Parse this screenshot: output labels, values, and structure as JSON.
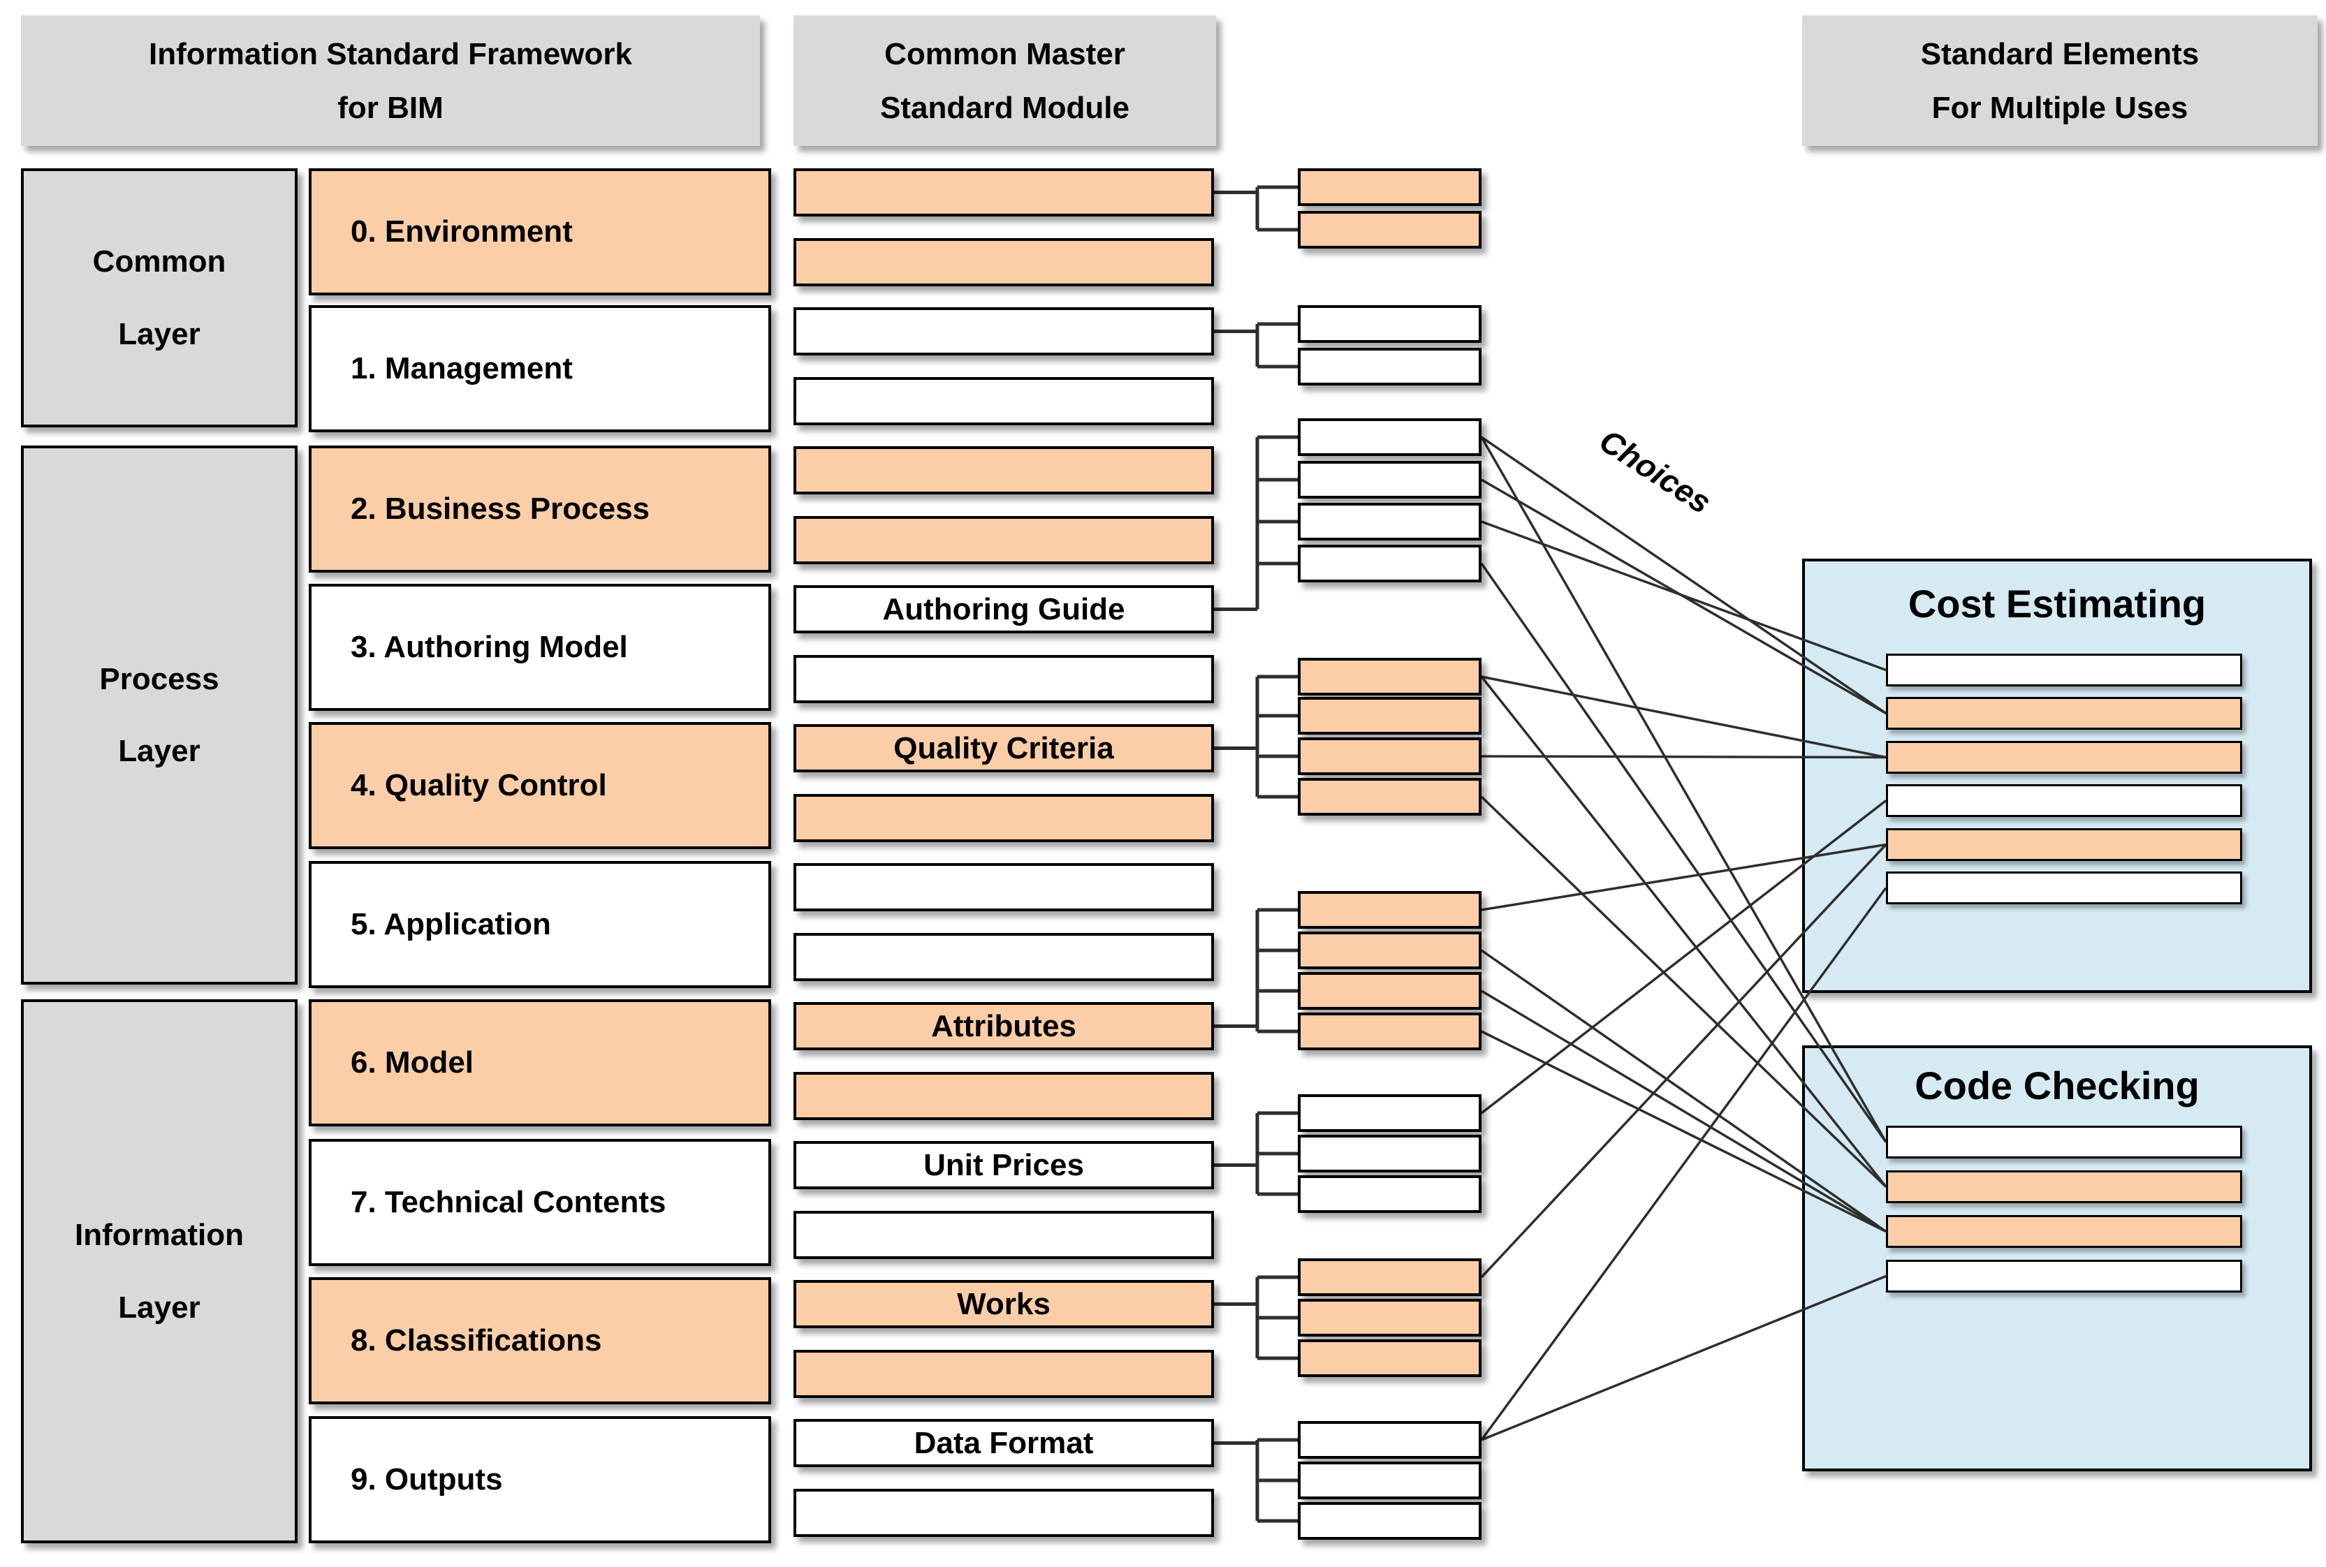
{
  "diagram": {
    "headers": {
      "framework": {
        "line1": "Information Standard Framework",
        "line2": "for BIM"
      },
      "master": {
        "line1": "Common Master",
        "line2": "Standard Module"
      },
      "elements": {
        "line1": "Standard Elements",
        "line2": "For Multiple Uses"
      }
    },
    "layers": [
      {
        "id": "common",
        "line1": "Common",
        "line2": "Layer"
      },
      {
        "id": "process",
        "line1": "Process",
        "line2": "Layer"
      },
      {
        "id": "information",
        "line1": "Information",
        "line2": "Layer"
      }
    ],
    "framework_rows": [
      {
        "label": "0. Environment",
        "fill": "orange",
        "layer": "common"
      },
      {
        "label": "1. Management",
        "fill": "white",
        "layer": "common"
      },
      {
        "label": "2. Business Process",
        "fill": "orange",
        "layer": "process"
      },
      {
        "label": "3. Authoring Model",
        "fill": "white",
        "layer": "process"
      },
      {
        "label": "4. Quality Control",
        "fill": "orange",
        "layer": "process"
      },
      {
        "label": "5. Application",
        "fill": "white",
        "layer": "process"
      },
      {
        "label": "6. Model",
        "fill": "orange",
        "layer": "information"
      },
      {
        "label": "7. Technical Contents",
        "fill": "white",
        "layer": "information"
      },
      {
        "label": "8. Classifications",
        "fill": "orange",
        "layer": "information"
      },
      {
        "label": "9. Outputs",
        "fill": "white",
        "layer": "information"
      }
    ],
    "master_modules": [
      {
        "id": "m1",
        "label": "",
        "fill": "orange"
      },
      {
        "id": "m2",
        "label": "",
        "fill": "orange"
      },
      {
        "id": "m3",
        "label": "",
        "fill": "white"
      },
      {
        "id": "m4",
        "label": "",
        "fill": "white"
      },
      {
        "id": "m5",
        "label": "",
        "fill": "orange"
      },
      {
        "id": "m6",
        "label": "",
        "fill": "orange"
      },
      {
        "id": "m7",
        "label": "Authoring Guide",
        "fill": "white"
      },
      {
        "id": "m8",
        "label": "",
        "fill": "white"
      },
      {
        "id": "m9",
        "label": "Quality Criteria",
        "fill": "orange"
      },
      {
        "id": "m10",
        "label": "",
        "fill": "orange"
      },
      {
        "id": "m11",
        "label": "",
        "fill": "white"
      },
      {
        "id": "m12",
        "label": "",
        "fill": "white"
      },
      {
        "id": "m13",
        "label": "Attributes",
        "fill": "orange"
      },
      {
        "id": "m14",
        "label": "",
        "fill": "orange"
      },
      {
        "id": "m15",
        "label": "Unit Prices",
        "fill": "white"
      },
      {
        "id": "m16",
        "label": "",
        "fill": "white"
      },
      {
        "id": "m17",
        "label": "Works",
        "fill": "orange"
      },
      {
        "id": "m18",
        "label": "",
        "fill": "orange"
      },
      {
        "id": "m19",
        "label": "Data Format",
        "fill": "white"
      },
      {
        "id": "m20",
        "label": "",
        "fill": "white"
      }
    ],
    "element_groups": [
      {
        "id": "g1",
        "source": "m1",
        "fill": "orange",
        "count": 2
      },
      {
        "id": "g2",
        "source": "m3",
        "fill": "white",
        "count": 2
      },
      {
        "id": "g3",
        "source": "m7",
        "fill": "white",
        "count": 4
      },
      {
        "id": "g4",
        "source": "m9",
        "fill": "orange",
        "count": 4
      },
      {
        "id": "g5",
        "source": "m13",
        "fill": "orange",
        "count": 4
      },
      {
        "id": "g6",
        "source": "m15",
        "fill": "white",
        "count": 3
      },
      {
        "id": "g7",
        "source": "m17",
        "fill": "orange",
        "count": 3
      },
      {
        "id": "g8",
        "source": "m19",
        "fill": "white",
        "count": 3
      }
    ],
    "choices_label": "Choices",
    "uses": [
      {
        "id": "cost",
        "title": "Cost Estimating",
        "rows": [
          "white",
          "orange",
          "orange",
          "white",
          "orange",
          "white"
        ]
      },
      {
        "id": "code",
        "title": "Code Checking",
        "rows": [
          "white",
          "orange",
          "orange",
          "white"
        ]
      }
    ],
    "connections": [
      {
        "from": "g3.3",
        "to": "cost.1"
      },
      {
        "from": "g3.1",
        "to": "cost.2"
      },
      {
        "from": "g3.2",
        "to": "cost.2"
      },
      {
        "from": "g3.1",
        "to": "code.1"
      },
      {
        "from": "g3.4",
        "to": "code.1"
      },
      {
        "from": "g4.1",
        "to": "cost.3"
      },
      {
        "from": "g4.3",
        "to": "cost.3"
      },
      {
        "from": "g4.1",
        "to": "code.2"
      },
      {
        "from": "g4.4",
        "to": "code.2"
      },
      {
        "from": "g5.1",
        "to": "cost.5"
      },
      {
        "from": "g5.2",
        "to": "code.3"
      },
      {
        "from": "g5.3",
        "to": "code.3"
      },
      {
        "from": "g5.4",
        "to": "code.3"
      },
      {
        "from": "g6.1",
        "to": "cost.4"
      },
      {
        "from": "g7.1",
        "to": "cost.5"
      },
      {
        "from": "g8.1",
        "to": "cost.6"
      },
      {
        "from": "g8.1",
        "to": "code.4"
      }
    ],
    "colors": {
      "orange": "#fbcea8",
      "white": "#ffffff",
      "gray": "#d9d9d9",
      "blue": "#d6eaf3",
      "line": "#2e2e2e",
      "border": "#000000"
    }
  }
}
